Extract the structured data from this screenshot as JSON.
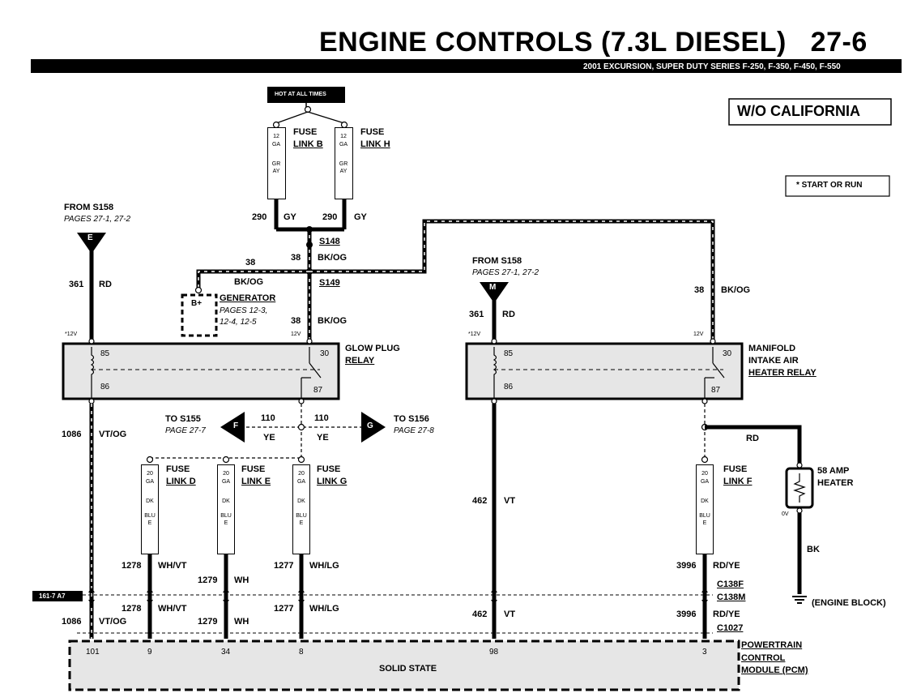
{
  "header": {
    "title": "ENGINE CONTROLS (7.3L DIESEL)",
    "page_number": "27-6",
    "subtitle": "2001 EXCURSION, SUPER DUTY SERIES F-250, F-350, F-450, F-550"
  },
  "badges": {
    "variant": "W/O CALIFORNIA",
    "legend": "* START OR RUN",
    "hot_at_all_times": "HOT AT ALL TIMES",
    "connector_ref": "161-7 A7"
  },
  "fuses": {
    "b": {
      "label": "FUSE",
      "link": "LINK B",
      "gauge": "12",
      "ga": "GA",
      "color": "GRAY"
    },
    "h": {
      "label": "FUSE",
      "link": "LINK H",
      "gauge": "12",
      "ga": "GA",
      "color": "GRAY"
    },
    "d": {
      "label": "FUSE",
      "link": "LINK D",
      "gauge": "20",
      "ga": "GA",
      "color1": "DK",
      "color2": "BLUE"
    },
    "e": {
      "label": "FUSE",
      "link": "LINK E",
      "gauge": "20",
      "ga": "GA",
      "color1": "DK",
      "color2": "BLUE"
    },
    "g": {
      "label": "FUSE",
      "link": "LINK G",
      "gauge": "20",
      "ga": "GA",
      "color1": "DK",
      "color2": "BLUE"
    },
    "f": {
      "label": "FUSE",
      "link": "LINK F",
      "gauge": "20",
      "ga": "GA",
      "color1": "DK",
      "color2": "BLUE"
    }
  },
  "connectors": {
    "e": {
      "letter": "E",
      "from": "FROM S158",
      "pages": "PAGES 27-1, 27-2"
    },
    "m": {
      "letter": "M",
      "from": "FROM S158",
      "pages": "PAGES 27-1, 27-2"
    },
    "f": {
      "letter": "F",
      "to": "TO S155",
      "page": "PAGE 27-7"
    },
    "g": {
      "letter": "G",
      "to": "TO S156",
      "page": "PAGE 27-8"
    }
  },
  "splices": {
    "s148": "S148",
    "s149": "S149"
  },
  "generator": {
    "terminal": "B+",
    "name": "GENERATOR",
    "pages": "PAGES 12-3,",
    "pages2": "12-4, 12-5"
  },
  "relays": {
    "glow": {
      "name1": "GLOW PLUG",
      "name2": "RELAY",
      "p85": "85",
      "p86": "86",
      "p30": "30",
      "p87": "87",
      "v1": "*12V",
      "v2": "12V"
    },
    "manifold": {
      "name1": "MANIFOLD",
      "name2": "INTAKE AIR",
      "name3": "HEATER RELAY",
      "p85": "85",
      "p86": "86",
      "p30": "30",
      "p87": "87",
      "v1": "*12V",
      "v2": "12V"
    }
  },
  "heater": {
    "name1": "58 AMP",
    "name2": "HEATER",
    "volt": "0V"
  },
  "ground": {
    "label": "(ENGINE BLOCK)"
  },
  "wires": {
    "w290a": {
      "num": "290",
      "color": "GY"
    },
    "w290b": {
      "num": "290",
      "color": "GY"
    },
    "w38a": {
      "num": "38",
      "color": "BK/OG"
    },
    "w38b": {
      "num": "38",
      "color": "BK/OG"
    },
    "w38c": {
      "num": "38",
      "color": "BK/OG"
    },
    "w38d": {
      "num": "38",
      "color": "BK/OG"
    },
    "w361a": {
      "num": "361",
      "color": "RD"
    },
    "w361b": {
      "num": "361",
      "color": "RD"
    },
    "w110a": {
      "num": "110",
      "color": "YE"
    },
    "w110b": {
      "num": "110",
      "color": "YE"
    },
    "w1086a": {
      "num": "1086",
      "color": "VT/OG"
    },
    "w1086b": {
      "num": "1086",
      "color": "VT/OG"
    },
    "w462a": {
      "num": "462",
      "color": "VT"
    },
    "w462b": {
      "num": "462",
      "color": "VT"
    },
    "w1278a": {
      "num": "1278",
      "color": "WH/VT"
    },
    "w1278b": {
      "num": "1278",
      "color": "WH/VT"
    },
    "w1279a": {
      "num": "1279",
      "color": "WH"
    },
    "w1279b": {
      "num": "1279",
      "color": "WH"
    },
    "w1277a": {
      "num": "1277",
      "color": "WH/LG"
    },
    "w1277b": {
      "num": "1277",
      "color": "WH/LG"
    },
    "w3996a": {
      "num": "3996",
      "color": "RD/YE"
    },
    "w3996b": {
      "num": "3996",
      "color": "RD/YE"
    },
    "rd": {
      "color": "RD"
    },
    "bk": {
      "color": "BK"
    }
  },
  "inline_connectors": {
    "c138f": "C138F",
    "c138m": "C138M",
    "c1027": "C1027"
  },
  "pcm": {
    "name1": "POWERTRAIN",
    "name2": "CONTROL",
    "name3": "MODULE (PCM)",
    "state": "SOLID STATE",
    "pins": [
      "101",
      "9",
      "34",
      "8",
      "98",
      "3"
    ]
  },
  "colors": {
    "ink": "#000000",
    "relay_fill": "#e6e6e6",
    "black_bar": "#000000"
  }
}
